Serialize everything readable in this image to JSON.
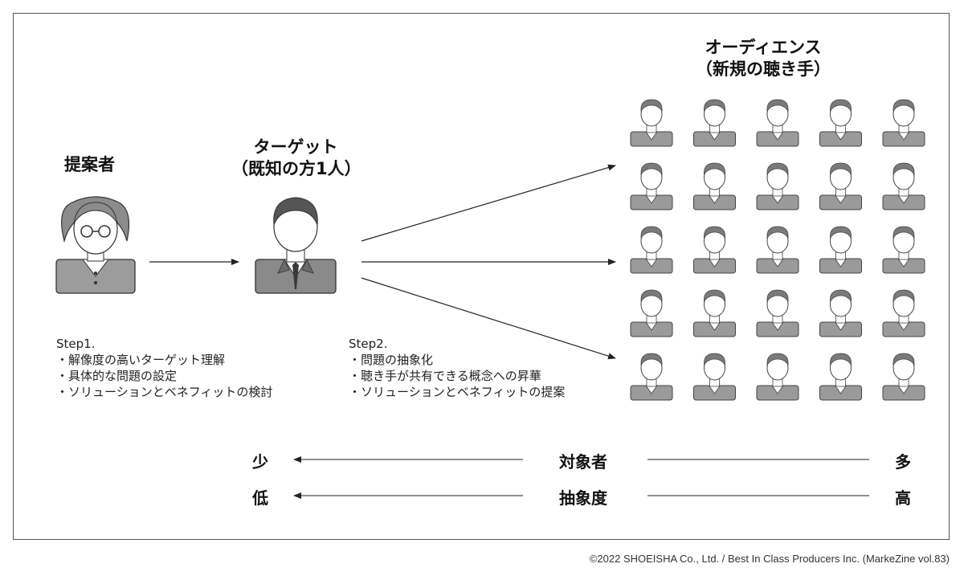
{
  "proposer": {
    "label": "提案者"
  },
  "target": {
    "line1": "ターゲット",
    "line2": "（既知の方1人）"
  },
  "audience": {
    "line1": "オーディエンス",
    "line2": "（新規の聴き手）"
  },
  "step1": {
    "title": "Step1.",
    "items": [
      "・解像度の高いターゲット理解",
      "・具体的な問題の設定",
      "・ソリューションとベネフィットの検討"
    ]
  },
  "step2": {
    "title": "Step2.",
    "items": [
      "・問題の抽象化",
      "・聴き手が共有できる概念への昇華",
      "・ソリューションとベネフィットの提案"
    ]
  },
  "scale": {
    "row1": {
      "left": "少",
      "center": "対象者",
      "right": "多"
    },
    "row2": {
      "left": "低",
      "center": "抽象度",
      "right": "高"
    }
  },
  "copyright": "©2022 SHOEISHA Co., Ltd. / Best In Class Producers Inc. (MarkeZine vol.83)",
  "audience_grid": {
    "rows": 5,
    "cols": 5
  }
}
